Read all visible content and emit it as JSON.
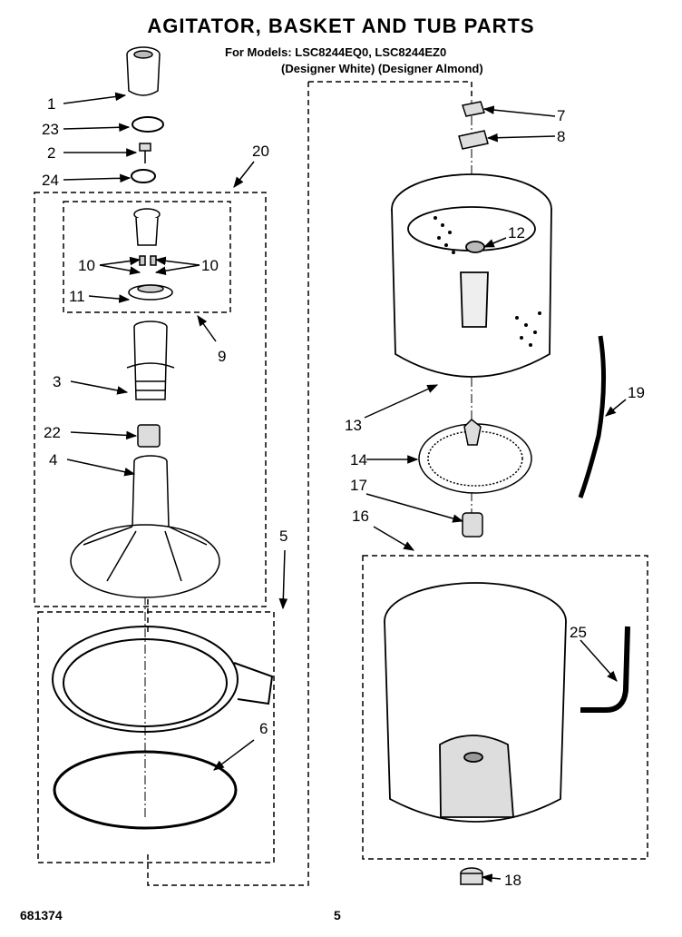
{
  "header": {
    "title": "AGITATOR, BASKET AND TUB PARTS",
    "models_line": "For Models: LSC8244EQ0, LSC8244EZ0",
    "variants_line": "(Designer White) (Designer Almond)"
  },
  "footer": {
    "doc_code": "681374",
    "page_number": "5"
  },
  "callouts": [
    "1",
    "23",
    "2",
    "24",
    "20",
    "10",
    "10",
    "11",
    "9",
    "3",
    "22",
    "4",
    "5",
    "6",
    "7",
    "8",
    "12",
    "13",
    "14",
    "17",
    "16",
    "19",
    "25",
    "18"
  ]
}
